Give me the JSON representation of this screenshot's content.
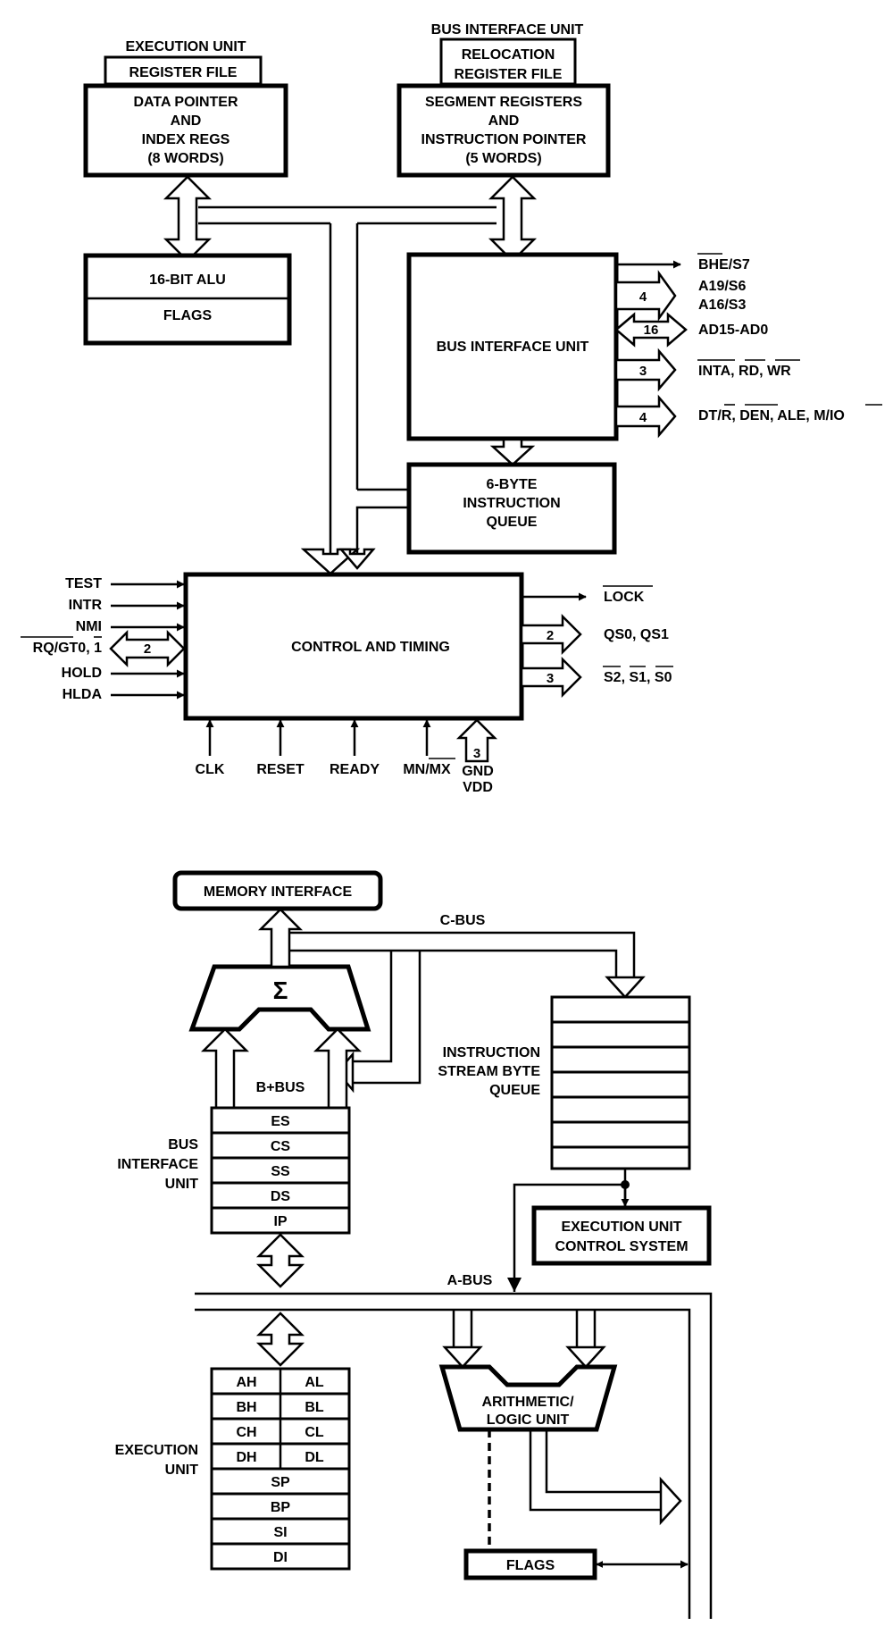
{
  "upper": {
    "execution_unit_title": "EXECUTION UNIT",
    "register_file_tab": "REGISTER FILE",
    "data_pointer_box": [
      "DATA POINTER",
      "AND",
      "INDEX REGS",
      "(8 WORDS)"
    ],
    "bus_interface_unit_title": "BUS INTERFACE UNIT",
    "relocation_tab": [
      "RELOCATION",
      "REGISTER FILE"
    ],
    "segment_box": [
      "SEGMENT REGISTERS",
      "AND",
      "INSTRUCTION POINTER",
      "(5 WORDS)"
    ],
    "alu": "16-BIT ALU",
    "flags": "FLAGS",
    "biu_box": "BUS INTERFACE UNIT",
    "queue_box": [
      "6-BYTE",
      "INSTRUCTION",
      "QUEUE"
    ],
    "control_box": "CONTROL AND TIMING",
    "biu_outputs": [
      {
        "label": "BHE/S7"
      },
      {
        "label": "A19/S6",
        "label2": "A16/S3",
        "width": "4"
      },
      {
        "label": "AD15-AD0",
        "width": "16"
      },
      {
        "label": "INTA, RD, WR",
        "width": "3"
      },
      {
        "label": "DT/R, DEN, ALE, M/IO",
        "width": "4"
      }
    ],
    "control_inputs": [
      "TEST",
      "INTR",
      "NMI",
      "RQ/GT0, 1",
      "HOLD",
      "HLDA"
    ],
    "rqgt_width": "2",
    "control_outputs": [
      {
        "label": "LOCK"
      },
      {
        "label": "QS0, QS1",
        "width": "2"
      },
      {
        "label": "S2, S1, S0",
        "width": "3"
      }
    ],
    "bottom_inputs": [
      "CLK",
      "RESET",
      "READY",
      "MN/MX"
    ],
    "power_width": "3",
    "power_labels": [
      "GND",
      "VDD"
    ]
  },
  "lower": {
    "memory_interface": "MEMORY INTERFACE",
    "c_bus": "C-BUS",
    "sigma": "Σ",
    "b_bus": "B+BUS",
    "isbq": [
      "INSTRUCTION",
      "STREAM BYTE",
      "QUEUE"
    ],
    "biu_label": [
      "BUS",
      "INTERFACE",
      "UNIT"
    ],
    "segment_regs": [
      "ES",
      "CS",
      "SS",
      "DS",
      "IP"
    ],
    "eu_control": [
      "EXECUTION UNIT",
      "CONTROL SYSTEM"
    ],
    "a_bus": "A-BUS",
    "gp_regs": [
      [
        "AH",
        "AL"
      ],
      [
        "BH",
        "BL"
      ],
      [
        "CH",
        "CL"
      ],
      [
        "DH",
        "DL"
      ]
    ],
    "ptr_regs": [
      "SP",
      "BP",
      "SI",
      "DI"
    ],
    "eu_label": [
      "EXECUTION",
      "UNIT"
    ],
    "alu": [
      "ARITHMETIC/",
      "LOGIC UNIT"
    ],
    "flags": "FLAGS"
  }
}
